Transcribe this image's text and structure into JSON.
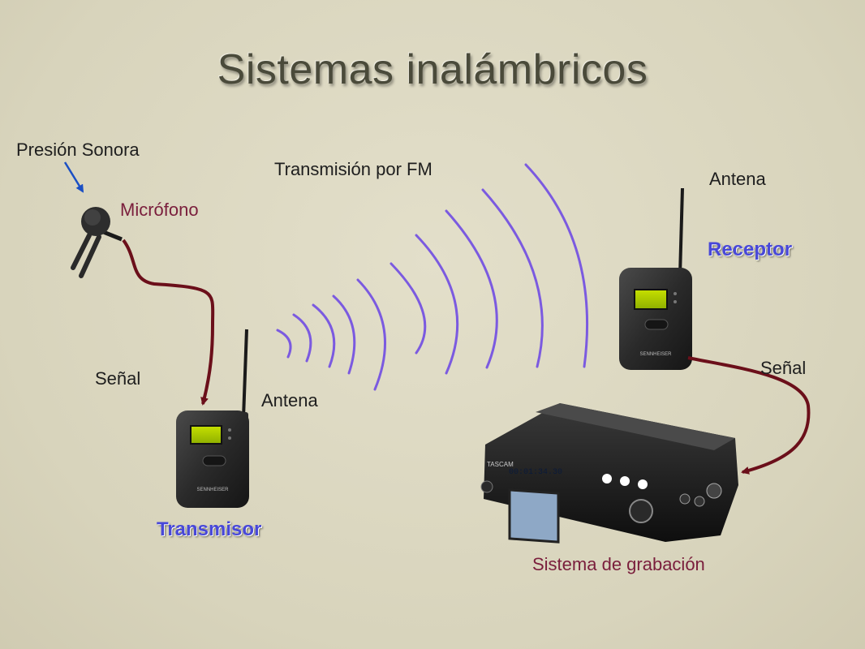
{
  "title": "Sistemas inalámbricos",
  "labels": {
    "pressure": "Presión Sonora",
    "microphone": "Micrófono",
    "fm": "Transmisión por FM",
    "antenna_rx": "Antena",
    "receiver": "Receptor",
    "signal_left": "Señal",
    "antenna_tx": "Antena",
    "transmitter": "Transmisor",
    "signal_right": "Señal",
    "recorder": "Sistema de grabación"
  },
  "device_text": {
    "brand": "SENNHEISER",
    "recorder_brand": "TASCAM",
    "recorder_time": "00:01:34.30"
  },
  "colors": {
    "cable": "#6b0f1a",
    "waves": "#7b5ae0",
    "arrow_blue": "#1a4fc4",
    "label_accent": "#7a1e3c",
    "device_label": "#4848d8"
  }
}
